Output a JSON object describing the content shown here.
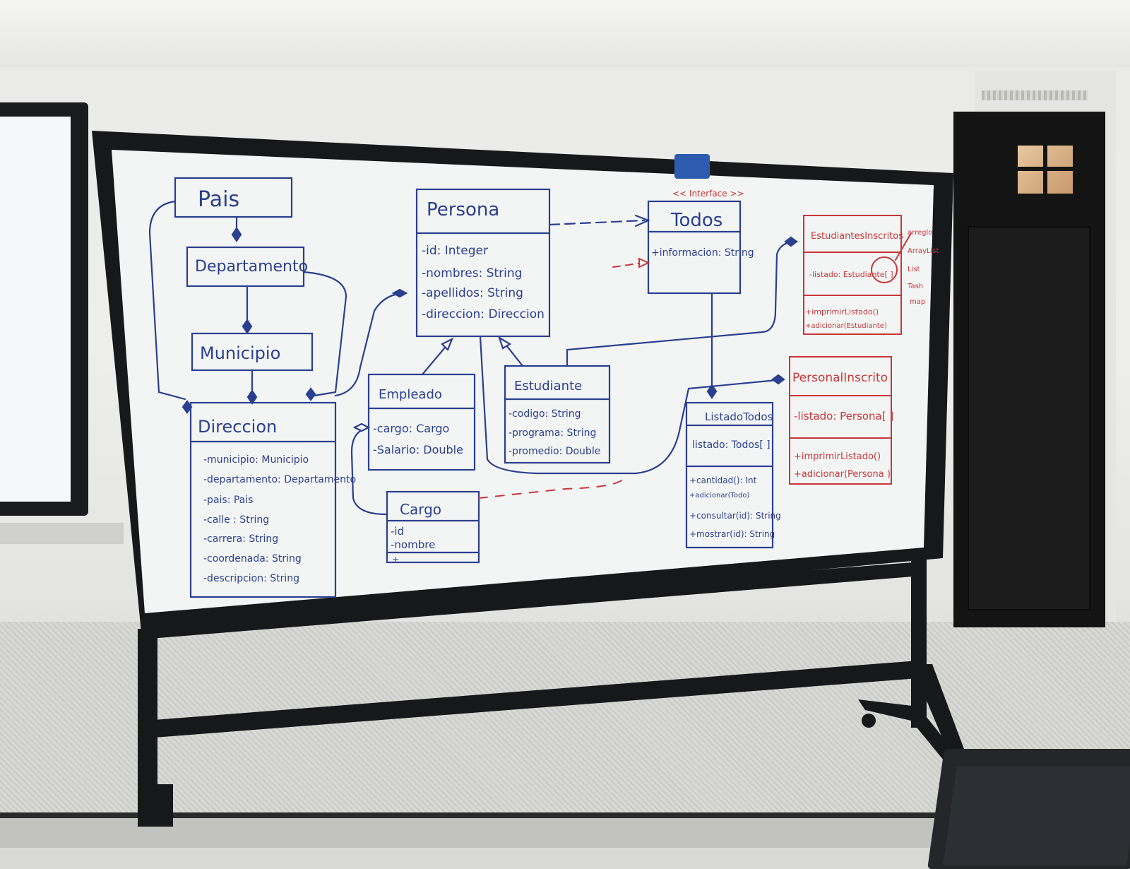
{
  "diagram": {
    "pais": {
      "name": "Pais"
    },
    "departamento": {
      "name": "Departamento"
    },
    "municipio": {
      "name": "Municipio"
    },
    "direccion": {
      "name": "Direccion",
      "attributes": [
        "-municipio: Municipio",
        "-departamento: Departamento",
        "-pais: Pais",
        "-calle : String",
        "-carrera: String",
        "-coordenada: String",
        "-descripcion: String"
      ]
    },
    "persona": {
      "name": "Persona",
      "attributes": [
        "-id: Integer",
        "-nombres: String",
        "-apellidos: String",
        "-direccion: Direccion"
      ]
    },
    "empleado": {
      "name": "Empleado",
      "attributes": [
        "-cargo: Cargo",
        "-Salario: Double"
      ]
    },
    "estudiante": {
      "name": "Estudiante",
      "attributes": [
        "-codigo: String",
        "-programa: String",
        "-promedio: Double"
      ]
    },
    "cargo": {
      "name": "Cargo",
      "attributes": [
        "-id",
        "-nombre"
      ],
      "methods": [
        "+"
      ]
    },
    "todos": {
      "stereotype": "<< Interface >>",
      "name": "Todos",
      "methods": [
        "+informacion: String"
      ]
    },
    "listado_todos": {
      "name": "ListadoTodos",
      "attributes": [
        "listado: Todos[ ]"
      ],
      "methods": [
        "+cantidad(): Int",
        "+adicionar(Todo)",
        "+consultar(id): String",
        "+mostrar(id): String"
      ]
    },
    "estudiantes_inscritos": {
      "name": "EstudiantesInscritos",
      "attributes": [
        "-listado: Estudiante[ ]"
      ],
      "methods": [
        "+imprimirListado()",
        "+adicionar(Estudiante)"
      ],
      "side_notes": [
        "arreglo",
        "ArrayList",
        "List",
        "Tash",
        "map"
      ]
    },
    "personal_inscrito": {
      "name": "PersonalInscrito",
      "attributes": [
        "-listado: Persona[ ]"
      ],
      "methods": [
        "+imprimirListado()",
        "+adicionar(Persona )"
      ]
    }
  },
  "colors": {
    "blue_ink": "#2b3f8f",
    "red_ink": "#c8373a",
    "board": "#f3f5f4",
    "frame": "#17181a"
  }
}
